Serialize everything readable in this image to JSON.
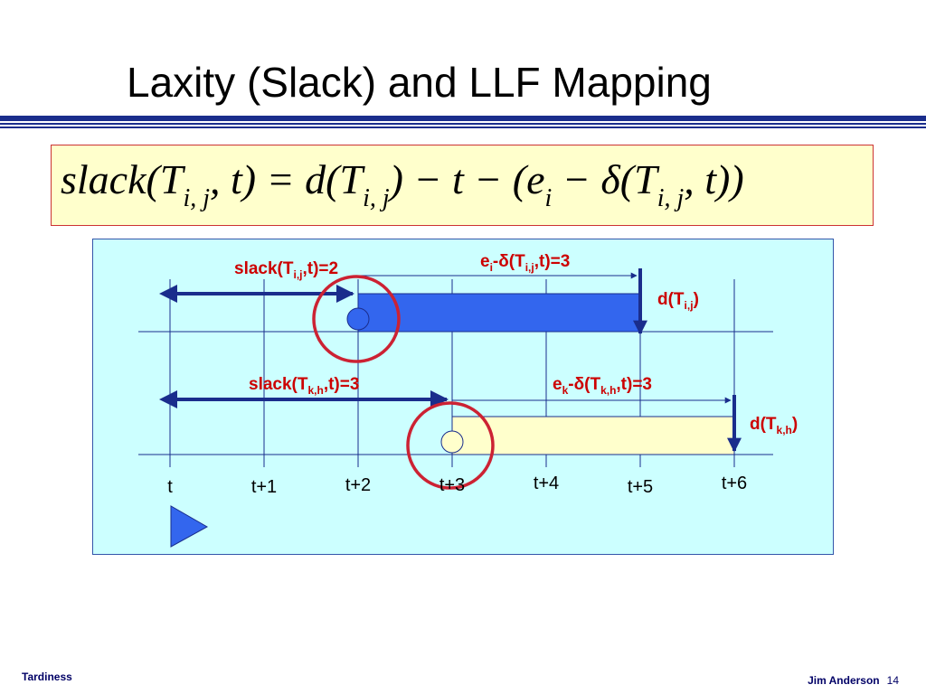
{
  "slide": {
    "title": "Laxity (Slack) and LLF Mapping",
    "footer_left": "Tardiness",
    "footer_author": "Jim Anderson",
    "footer_page": "14"
  },
  "formula": {
    "lhs_fn": "slack",
    "var_T": "T",
    "sub_ij": "i, j",
    "var_t": "t",
    "fn_d": "d",
    "var_e": "e",
    "sub_i": "i",
    "delta": "δ"
  },
  "diagram": {
    "ticks": [
      "t",
      "t+1",
      "t+2",
      "t+3",
      "t+4",
      "t+5",
      "t+6"
    ],
    "job1": {
      "slack_prefix": "slack(T",
      "slack_sub": "i,j",
      "slack_suffix": ",t)=2",
      "exec_e": "e",
      "exec_e_sub": "i",
      "exec_mid": "-δ(T",
      "exec_sub": "i,j",
      "exec_suffix": ",t)=3",
      "deadline_prefix": "d(T",
      "deadline_sub": "i,j",
      "deadline_suffix": ")",
      "start_tick": 2,
      "deadline_tick": 5,
      "color": "#3366ee"
    },
    "job2": {
      "slack_prefix": "slack(T",
      "slack_sub": "k,h",
      "slack_suffix": ",t)=3",
      "exec_e": "e",
      "exec_e_sub": "k",
      "exec_mid": "-δ(T",
      "exec_sub": "k,h",
      "exec_suffix": ",t)=3",
      "deadline_prefix": "d(T",
      "deadline_sub": "k,h",
      "deadline_suffix": ")",
      "start_tick": 3,
      "deadline_tick": 6,
      "color": "#ffffcc"
    },
    "colors": {
      "arrow": "#1a2d8c",
      "highlight_circle": "#cc2233",
      "label_red": "#cc0000",
      "panel_bg": "#ccffff",
      "play_icon": "#3366ee"
    }
  }
}
